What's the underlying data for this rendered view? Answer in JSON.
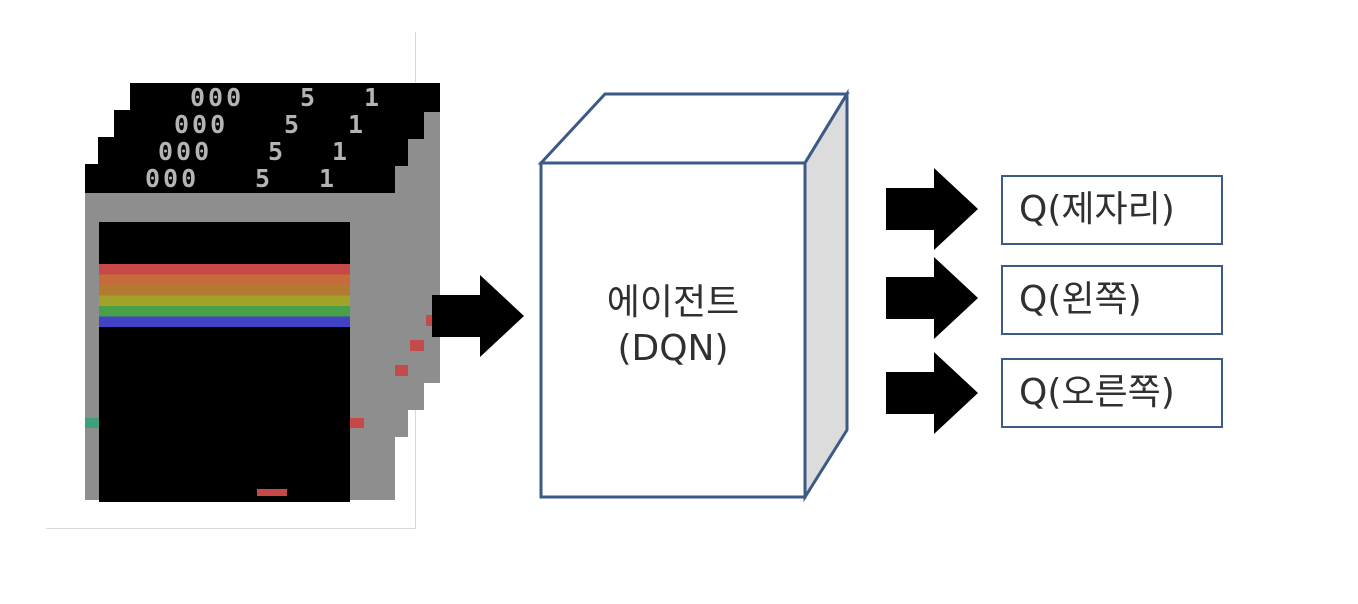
{
  "input_frames": {
    "score": "000",
    "lives": "5",
    "level": "1",
    "brick_colors": [
      "#c84848",
      "#c66c3a",
      "#b47a32",
      "#a2a22a",
      "#48a048",
      "#4242c6"
    ]
  },
  "agent": {
    "line1": "에이전트",
    "line2": "(DQN)"
  },
  "outputs": [
    {
      "label": "Q(제자리)"
    },
    {
      "label": "Q(왼쪽)"
    },
    {
      "label": "Q(오른쪽)"
    }
  ],
  "colors": {
    "cube_stroke": "#3c5a86",
    "arrow": "#000000",
    "cube_side": "#dcdcdc"
  }
}
